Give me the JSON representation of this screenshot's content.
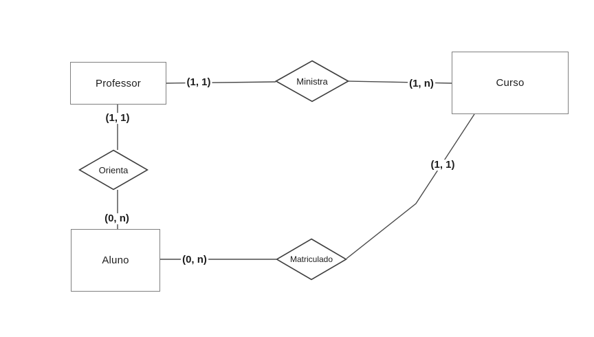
{
  "diagram": {
    "kind": "entity-relationship-diagram",
    "entities": [
      {
        "id": "professor",
        "label": "Professor"
      },
      {
        "id": "curso",
        "label": "Curso"
      },
      {
        "id": "aluno",
        "label": "Aluno"
      }
    ],
    "relationships": [
      {
        "id": "ministra",
        "label": "Ministra"
      },
      {
        "id": "orienta",
        "label": "Orienta"
      },
      {
        "id": "matriculado",
        "label": "Matriculado"
      }
    ],
    "cardinalities": [
      {
        "id": "professor-ministra",
        "from": "Professor",
        "to": "Ministra",
        "label": "(1, 1)"
      },
      {
        "id": "ministra-curso",
        "from": "Ministra",
        "to": "Curso",
        "label": "(1, n)"
      },
      {
        "id": "professor-orienta",
        "from": "Professor",
        "to": "Orienta",
        "label": "(1, 1)"
      },
      {
        "id": "orienta-aluno",
        "from": "Orienta",
        "to": "Aluno",
        "label": "(0, n)"
      },
      {
        "id": "aluno-matriculado",
        "from": "Aluno",
        "to": "Matriculado",
        "label": "(0, n)"
      },
      {
        "id": "curso-matriculado",
        "from": "Curso",
        "to": "Matriculado",
        "label": "(1, 1)"
      }
    ],
    "colors": {
      "background": "#ffffff",
      "entity_border": "#7f7f7f",
      "relationship_border": "#3d3d3d",
      "connector": "#4a4a4a",
      "text": "#1c1c1c"
    }
  }
}
